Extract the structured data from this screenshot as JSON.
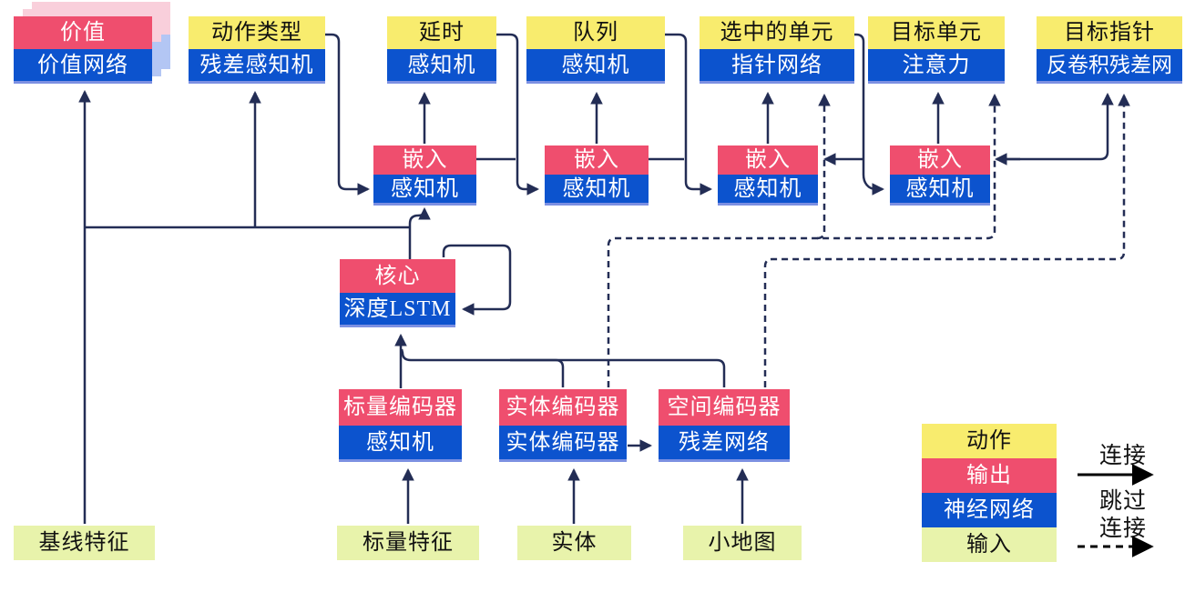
{
  "diagram": {
    "heads": [
      {
        "action": "价值",
        "network": "价值网络"
      },
      {
        "action": "动作类型",
        "network": "残差感知机"
      },
      {
        "action": "延时",
        "network": "感知机"
      },
      {
        "action": "队列",
        "network": "感知机"
      },
      {
        "action": "选中的单元",
        "network": "指针网络"
      },
      {
        "action": "目标单元",
        "network": "注意力"
      },
      {
        "action": "目标指针",
        "network": "反卷积残差网"
      }
    ],
    "embeddings": [
      {
        "output": "嵌入",
        "network": "感知机"
      },
      {
        "output": "嵌入",
        "network": "感知机"
      },
      {
        "output": "嵌入",
        "network": "感知机"
      },
      {
        "output": "嵌入",
        "network": "感知机"
      }
    ],
    "core": {
      "output": "核心",
      "network": "深度LSTM"
    },
    "encoders": [
      {
        "output": "标量编码器",
        "network": "感知机"
      },
      {
        "output": "实体编码器",
        "network": "实体编码器"
      },
      {
        "output": "空间编码器",
        "network": "残差网络"
      }
    ],
    "inputs": [
      "基线特征",
      "标量特征",
      "实体",
      "小地图"
    ],
    "legend": {
      "action": "动作",
      "output": "输出",
      "network": "神经网络",
      "input": "输入",
      "connection": "连接",
      "skip_line1": "跳过",
      "skip_line2": "连接"
    },
    "colors": {
      "action_yellow": "#F8EC6E",
      "output_pink": "#EF4E6E",
      "network_blue": "#0C53CE",
      "input_green": "#E8F3AB",
      "line_navy": "#232D55",
      "legend_arrow_black": "#000000",
      "ghost_pink": "#F9CFDB",
      "ghost_blue": "#B3C6F4"
    },
    "edges_solid": [
      "基线特征 → 价值网络",
      "核心 → 价值网络",
      "核心 → 残差感知机",
      "核心 → 嵌入①",
      "动作类型 → 嵌入①",
      "嵌入① → 延时",
      "延时 → 嵌入②",
      "嵌入① → 嵌入②",
      "嵌入② → 队列",
      "队列 → 嵌入③",
      "嵌入② → 嵌入③",
      "嵌入③ → 指针网络",
      "选中的单元 → 嵌入③",
      "选中的单元 → 嵌入④",
      "嵌入④ → 注意力",
      "嵌入④ ↔ 反卷积残差网",
      "深度LSTM ↻ 自循环",
      "标量编码器 → 深度LSTM",
      "实体编码器 → 深度LSTM",
      "空间编码器 → 深度LSTM",
      "实体编码器 → 残差网络",
      "标量特征 → 标量编码器",
      "实体 → 实体编码器",
      "小地图 → 残差网络"
    ],
    "edges_dashed": [
      "实体编码器 ⇢ 指针网络",
      "实体编码器 ⇢ 注意力",
      "空间编码器 ⇢ 反卷积残差网"
    ]
  }
}
